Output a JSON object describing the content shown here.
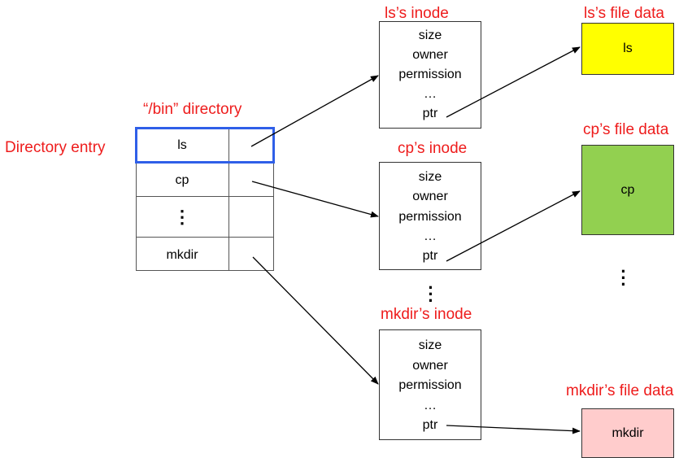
{
  "directory": {
    "title": "“/bin” directory",
    "entry_label": "Directory entry",
    "rows": [
      "ls",
      "cp",
      "⋮",
      "mkdir"
    ]
  },
  "inodes": [
    {
      "title": "ls’s inode",
      "fields": [
        "size",
        "owner",
        "permission",
        "…",
        "ptr"
      ]
    },
    {
      "title": "cp’s inode",
      "fields": [
        "size",
        "owner",
        "permission",
        "…",
        "ptr"
      ]
    },
    {
      "title": "mkdir’s inode",
      "fields": [
        "size",
        "owner",
        "permission",
        "…",
        "ptr"
      ]
    }
  ],
  "file_data": [
    {
      "title": "ls’s file data",
      "content": "ls",
      "color": "#ffff00"
    },
    {
      "title": "cp’s file data",
      "content": "cp",
      "color": "#92d050"
    },
    {
      "title": "mkdir’s file data",
      "content": "mkdir",
      "color": "#ffcccc"
    }
  ],
  "colors": {
    "label": "#ee1c1c",
    "highlight": "#2f5fe8"
  }
}
